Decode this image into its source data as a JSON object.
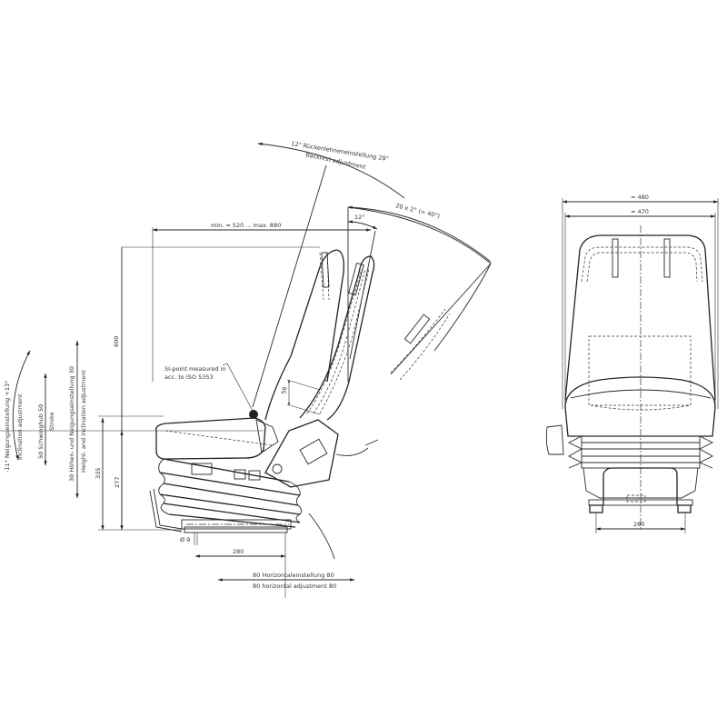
{
  "side_view": {
    "backrest_adjustment_de": "12° Rückenlehneneinstellung 28°",
    "backrest_adjustment_en": "Backrest adjustment",
    "seat_depth_range": "min. ≈ 520 ... max. 880",
    "backrest_angle_small": "12°",
    "backrest_angle_steps": "20 x 2° (≈ 40°)",
    "si_point_line1": "SI-point measured in",
    "si_point_line2": "acc. to ISO 5353",
    "height_600": "600",
    "height_335": "335",
    "height_277": "277",
    "dim_56": "56",
    "inclination_de": "-11° Neigungseinstellung +13°",
    "inclination_en": "inclination adjustment",
    "stroke_de": "50  Schwinghub  50",
    "stroke_en": "Stroke",
    "height_incl_de": "30 Höhen- und Neigungseinstellung 30",
    "height_incl_en": "Height- and inclination adjustment",
    "hole_dia": "Ø 9",
    "base_width": "280",
    "horizontal_de": "80 Horizontaleinstellung 80",
    "horizontal_en": "80 horizontal adjustment 80"
  },
  "front_view": {
    "overall_width": "≈ 480",
    "backrest_width": "≈ 470",
    "base_width": "280"
  }
}
